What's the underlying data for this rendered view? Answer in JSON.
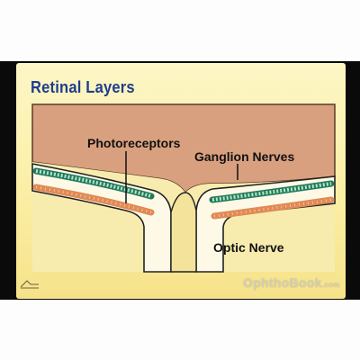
{
  "slide": {
    "title": "Retinal Layers"
  },
  "labels": {
    "photoreceptors": "Photoreceptors",
    "ganglion_nerves": "Ganglion Nerves",
    "optic_nerve": "Optic Nerve"
  },
  "watermark": {
    "brand": "OphthoBook",
    "suffix": ".com"
  },
  "colors": {
    "title": "#1f3d8c",
    "choroid": "#d9a07f",
    "sclera": "#f4e9a6",
    "photoreceptor_layer": "#1f7a5a",
    "rpe_layer": "#e08a55",
    "vitreous": "#f6e6a0"
  }
}
